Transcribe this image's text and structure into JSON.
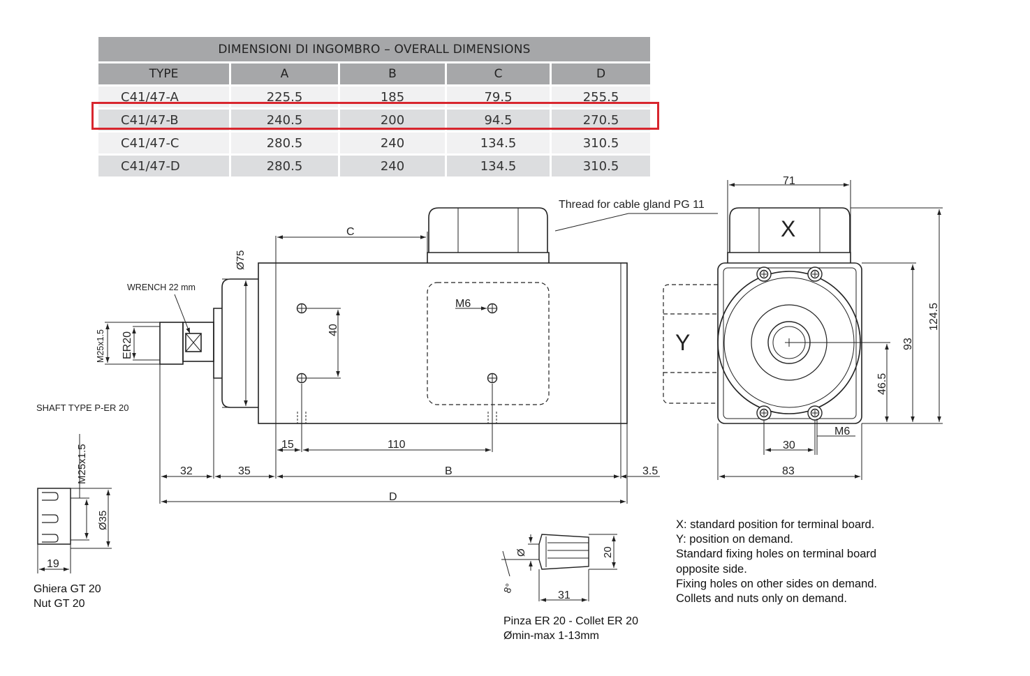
{
  "table": {
    "title": "DIMENSIONI DI INGOMBRO – OVERALL DIMENSIONS",
    "headers": [
      "TYPE",
      "A",
      "B",
      "C",
      "D"
    ],
    "rows": [
      [
        "C41/47-A",
        "225.5",
        "185",
        "79.5",
        "255.5"
      ],
      [
        "C41/47-B",
        "240.5",
        "200",
        "94.5",
        "270.5"
      ],
      [
        "C41/47-C",
        "280.5",
        "240",
        "134.5",
        "310.5"
      ],
      [
        "C41/47-D",
        "280.5",
        "240",
        "134.5",
        "310.5"
      ]
    ],
    "highlighted_row": "C41/47-B",
    "highlight_color": "#d8262e",
    "header_bg": "#a6a7a9"
  },
  "labels": {
    "thread": "Thread for cable gland PG 11",
    "wrench": "WRENCH 22 mm",
    "shaft_type": "SHAFT TYPE P-ER 20",
    "view_x": "X",
    "view_y": "Y",
    "m6_front": "M6",
    "m6_side": "M6",
    "m25_shaft": "M25x1.5",
    "er20": "ER20",
    "m25_nut": "M25x1.5",
    "dia35": "Ø35",
    "dia75": "Ø75",
    "dia_collet": "Ø",
    "angle": "8°"
  },
  "dims": {
    "C": "C",
    "B": "B",
    "D": "D",
    "d40": "40",
    "d15": "15",
    "d110": "110",
    "d32": "32",
    "d35": "35",
    "d3_5": "3.5",
    "d71": "71",
    "d124_5": "124.5",
    "d93": "93",
    "d46_5": "46.5",
    "d30": "30",
    "d83": "83",
    "d19": "19",
    "d20": "20",
    "d31": "31"
  },
  "captions": {
    "nut": [
      "Ghiera GT 20",
      "Nut GT 20"
    ],
    "collet": [
      "Pinza ER 20 - Collet ER 20",
      "Ømin-max 1-13mm"
    ]
  },
  "notes": [
    "X: standard position for terminal board.",
    "Y: position on demand.",
    "Standard fixing holes on terminal board",
    "opposite side.",
    "Fixing holes on other sides on demand.",
    "Collets and nuts only on demand."
  ]
}
